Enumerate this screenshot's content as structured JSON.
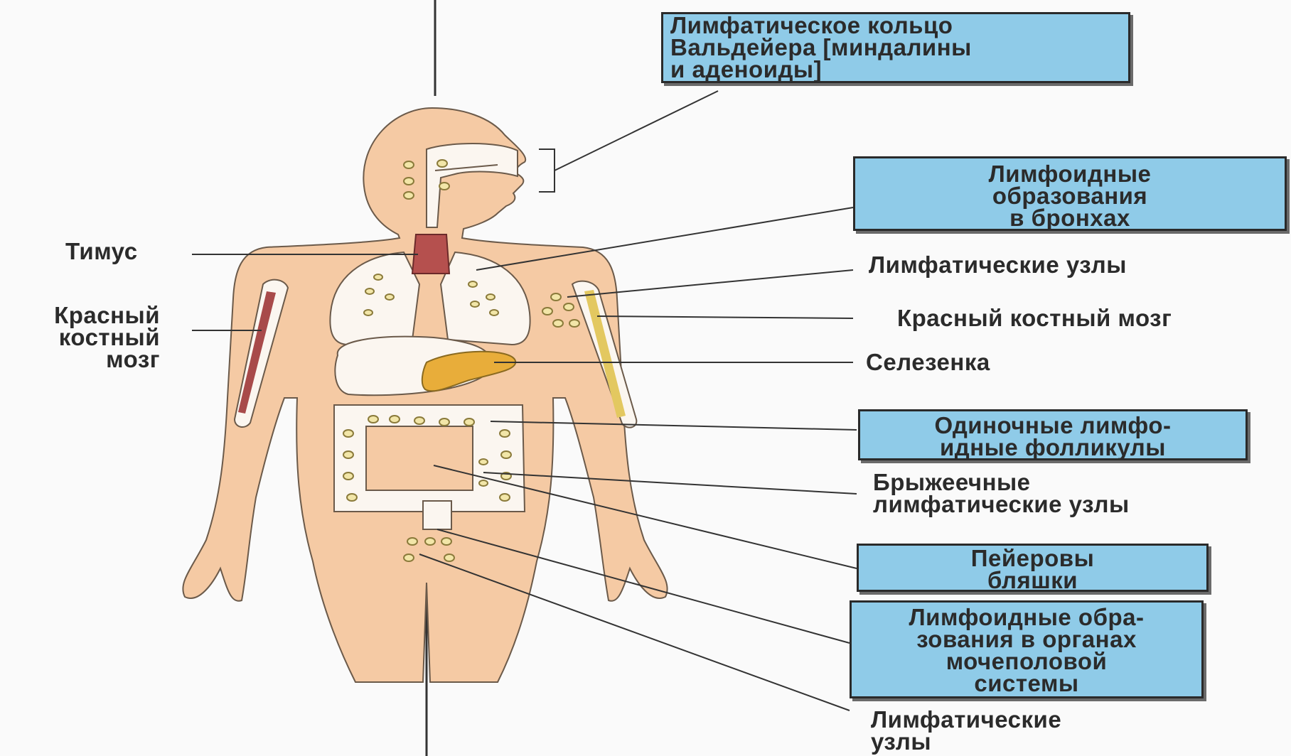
{
  "colors": {
    "skin": "#f5caa4",
    "skin_outline": "#6b5a4a",
    "node_fill": "#f2e6a8",
    "node_outline": "#8a7a3a",
    "thymus": "#b5504e",
    "spleen": "#e8ad3a",
    "red_marrow_left": "#a84a4a",
    "red_marrow_right": "#e3c860",
    "organ_fill": "#fbf6f0",
    "label_box": "#8fcbe8",
    "leader_line": "#333333"
  },
  "labels": {
    "waldeyer_ring": "Лимфатическое кольцо\nВальдейера [миндалины\nи аденоиды]",
    "bronchial_lymphoid": "Лимфоидные\nобразования\nв бронхах",
    "lymph_nodes_upper": "Лимфатические узлы",
    "red_marrow_right": "Красный костный мозг",
    "spleen": "Селезенка",
    "solitary_follicles": "Одиночные лимфо-\nидные фолликулы",
    "mesenteric_nodes": "Брыжеечные\nлимфатические узлы",
    "peyer_patches": "Пейеровы\nбляшки",
    "urogenital_lymphoid": "Лимфоидные обра-\nзования в органах\nмочеполовой\nсистемы",
    "lymph_nodes_lower": "Лимфатические\nузлы",
    "thymus": "Тимус",
    "red_marrow_left": "Красный\nкостный\nмозг"
  }
}
